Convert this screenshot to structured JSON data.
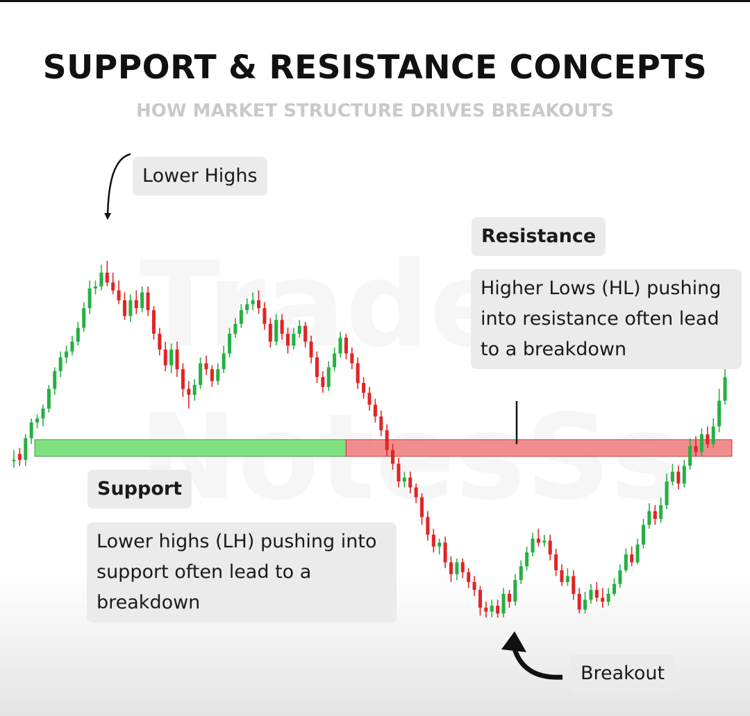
{
  "title": "SUPPORT & RESISTANCE CONCEPTS",
  "subtitle": "HOW MARKET STRUCTURE DRIVES BREAKOUTS",
  "watermark": [
    "Traders",
    "NotesSs"
  ],
  "annotations": {
    "lower_highs": "Lower Highs",
    "resistance": "Resistance",
    "resistance_note": "Higher Lows (HL) pushing into resistance often lead to a breakdown",
    "support": "Support",
    "support_note": "Lower highs (LH) pushing into support often lead to a breakdown",
    "breakout": "Breakout"
  },
  "colors": {
    "bullish": "#26b043",
    "bearish": "#e02525",
    "support_zone": "#7fe07f",
    "resistance_zone": "#f07a7a",
    "title": "#111111",
    "subtitle": "#c9c9c9"
  },
  "chart_data": {
    "type": "candlestick",
    "note": "Illustrative candlestick chart with no printed axes; values are relative price units (0 = lowest, 100 = highest).",
    "series": [
      {
        "values": [
          [
            40.0,
            40.0,
            42.5,
            38.0
          ],
          [
            41.5,
            40.0,
            43.0,
            38.5
          ],
          [
            40.0,
            45.5,
            46.5,
            38.5
          ],
          [
            45.5,
            49.5,
            50.5,
            44.0
          ],
          [
            49.5,
            50.5,
            51.5,
            48.0
          ],
          [
            50.5,
            53.0,
            54.0,
            48.5
          ],
          [
            53.0,
            58.0,
            59.0,
            52.0
          ],
          [
            58.0,
            62.5,
            63.5,
            56.5
          ],
          [
            62.5,
            66.0,
            67.5,
            61.0
          ],
          [
            66.0,
            67.5,
            69.0,
            64.5
          ],
          [
            67.5,
            70.0,
            71.5,
            66.5
          ],
          [
            70.0,
            73.5,
            75.0,
            69.0
          ],
          [
            73.5,
            78.5,
            80.0,
            72.5
          ],
          [
            78.5,
            83.5,
            85.5,
            77.0
          ],
          [
            83.5,
            84.0,
            85.5,
            82.0
          ],
          [
            84.0,
            87.5,
            89.5,
            83.0
          ],
          [
            87.5,
            85.0,
            90.5,
            84.0
          ],
          [
            85.0,
            83.0,
            87.5,
            82.0
          ],
          [
            83.0,
            80.5,
            85.5,
            79.5
          ],
          [
            80.5,
            76.5,
            82.5,
            75.5
          ],
          [
            76.5,
            80.5,
            82.0,
            75.0
          ],
          [
            80.5,
            78.5,
            83.0,
            77.0
          ],
          [
            78.5,
            82.5,
            84.0,
            77.5
          ],
          [
            82.5,
            78.0,
            84.0,
            76.5
          ],
          [
            78.0,
            72.0,
            79.0,
            70.5
          ],
          [
            72.0,
            68.0,
            73.5,
            66.5
          ],
          [
            68.0,
            64.0,
            70.0,
            62.5
          ],
          [
            64.0,
            68.0,
            69.5,
            62.0
          ],
          [
            68.0,
            63.0,
            70.0,
            61.0
          ],
          [
            63.0,
            58.0,
            64.5,
            56.0
          ],
          [
            58.0,
            56.5,
            60.0,
            53.0
          ],
          [
            56.5,
            59.0,
            60.5,
            55.0
          ],
          [
            59.0,
            64.5,
            66.0,
            58.0
          ],
          [
            64.5,
            63.0,
            66.5,
            61.5
          ],
          [
            63.0,
            60.0,
            64.0,
            58.5
          ],
          [
            60.0,
            63.0,
            64.5,
            59.0
          ],
          [
            63.0,
            67.0,
            69.0,
            62.0
          ],
          [
            67.0,
            72.0,
            73.5,
            66.0
          ],
          [
            72.0,
            74.5,
            76.0,
            71.0
          ],
          [
            74.5,
            78.0,
            79.5,
            73.5
          ],
          [
            78.0,
            79.5,
            81.0,
            77.0
          ],
          [
            79.5,
            80.5,
            82.5,
            78.0
          ],
          [
            80.5,
            78.5,
            83.0,
            77.0
          ],
          [
            78.5,
            74.5,
            80.0,
            73.0
          ],
          [
            74.5,
            70.0,
            76.0,
            68.5
          ],
          [
            70.0,
            75.5,
            77.0,
            69.0
          ],
          [
            75.5,
            72.0,
            77.0,
            70.5
          ],
          [
            72.0,
            69.0,
            73.5,
            67.0
          ],
          [
            69.0,
            72.0,
            73.5,
            68.0
          ],
          [
            72.0,
            74.0,
            75.5,
            71.0
          ],
          [
            74.0,
            70.0,
            75.0,
            68.5
          ],
          [
            70.0,
            66.0,
            71.5,
            64.5
          ],
          [
            66.0,
            61.0,
            67.5,
            59.5
          ],
          [
            61.0,
            58.5,
            62.5,
            57.0
          ],
          [
            58.5,
            63.5,
            65.0,
            57.5
          ],
          [
            63.5,
            67.0,
            68.5,
            62.5
          ],
          [
            67.0,
            71.0,
            72.5,
            66.0
          ],
          [
            71.0,
            67.0,
            72.0,
            65.5
          ],
          [
            67.0,
            64.5,
            68.5,
            63.0
          ],
          [
            64.5,
            59.5,
            66.0,
            58.0
          ],
          [
            59.5,
            57.0,
            61.0,
            55.5
          ],
          [
            57.0,
            54.0,
            58.5,
            52.5
          ],
          [
            54.0,
            51.0,
            55.5,
            49.5
          ],
          [
            51.0,
            47.5,
            52.5,
            46.0
          ],
          [
            47.5,
            42.5,
            49.0,
            41.0
          ],
          [
            42.5,
            39.0,
            44.0,
            37.5
          ],
          [
            39.0,
            34.5,
            40.5,
            33.0
          ],
          [
            34.5,
            35.5,
            37.0,
            33.0
          ],
          [
            35.5,
            33.0,
            37.0,
            31.5
          ],
          [
            33.0,
            30.5,
            34.0,
            29.0
          ],
          [
            30.5,
            25.5,
            31.5,
            23.5
          ],
          [
            25.5,
            21.0,
            27.0,
            19.5
          ],
          [
            21.0,
            18.0,
            22.5,
            16.5
          ],
          [
            18.0,
            19.0,
            20.0,
            16.0
          ],
          [
            19.0,
            14.0,
            20.5,
            12.5
          ],
          [
            14.0,
            11.0,
            15.5,
            9.0
          ],
          [
            11.0,
            14.0,
            15.0,
            9.5
          ],
          [
            14.0,
            11.5,
            15.0,
            10.0
          ],
          [
            11.5,
            9.0,
            12.5,
            7.5
          ],
          [
            9.0,
            7.0,
            10.5,
            5.5
          ],
          [
            7.0,
            2.5,
            8.0,
            0.5
          ],
          [
            2.5,
            1.5,
            4.0,
            0.0
          ],
          [
            1.5,
            3.0,
            4.5,
            0.0
          ],
          [
            3.0,
            1.0,
            4.5,
            0.0
          ],
          [
            1.0,
            6.0,
            7.5,
            0.0
          ],
          [
            6.0,
            4.0,
            7.0,
            2.5
          ],
          [
            4.0,
            9.5,
            11.0,
            3.0
          ],
          [
            9.5,
            13.0,
            14.5,
            8.5
          ],
          [
            13.0,
            16.5,
            18.0,
            12.0
          ],
          [
            16.5,
            20.0,
            21.5,
            15.5
          ],
          [
            20.0,
            19.0,
            22.5,
            18.0
          ],
          [
            19.0,
            19.5,
            21.0,
            18.0
          ],
          [
            19.5,
            16.0,
            21.0,
            14.5
          ],
          [
            16.0,
            12.0,
            17.5,
            10.5
          ],
          [
            12.0,
            9.0,
            13.5,
            8.0
          ],
          [
            9.0,
            10.5,
            12.5,
            8.0
          ],
          [
            10.5,
            6.0,
            12.0,
            4.5
          ],
          [
            6.0,
            2.0,
            7.5,
            1.0
          ],
          [
            2.0,
            4.5,
            6.5,
            1.0
          ],
          [
            4.5,
            7.0,
            8.5,
            3.5
          ],
          [
            7.0,
            5.0,
            9.0,
            4.0
          ],
          [
            5.0,
            4.0,
            7.5,
            2.5
          ],
          [
            4.0,
            6.0,
            7.5,
            3.0
          ],
          [
            6.0,
            8.5,
            10.0,
            5.5
          ],
          [
            8.5,
            12.0,
            13.5,
            7.5
          ],
          [
            12.0,
            16.0,
            17.5,
            11.5
          ],
          [
            16.0,
            14.0,
            18.0,
            13.0
          ],
          [
            14.0,
            18.5,
            20.0,
            13.5
          ],
          [
            18.5,
            23.5,
            25.0,
            17.5
          ],
          [
            23.5,
            27.0,
            29.0,
            22.5
          ],
          [
            27.0,
            25.0,
            28.5,
            23.5
          ],
          [
            25.0,
            28.5,
            30.5,
            24.0
          ],
          [
            28.5,
            34.5,
            36.5,
            27.5
          ],
          [
            34.5,
            37.0,
            39.0,
            33.5
          ],
          [
            37.0,
            34.0,
            38.5,
            32.5
          ],
          [
            34.0,
            38.5,
            40.0,
            33.0
          ],
          [
            38.5,
            43.5,
            45.5,
            37.5
          ],
          [
            43.5,
            42.0,
            46.0,
            41.0
          ],
          [
            42.0,
            46.5,
            48.0,
            41.0
          ],
          [
            46.5,
            44.0,
            48.5,
            43.0
          ],
          [
            44.0,
            48.5,
            50.5,
            43.0
          ],
          [
            48.5,
            55.0,
            58.0,
            47.0
          ],
          [
            55.0,
            61.0,
            64.5,
            54.0
          ]
        ]
      }
    ],
    "series_format": [
      "open",
      "close",
      "high",
      "low"
    ],
    "support_level": 43.0,
    "resistance_level": 43.0,
    "zones": [
      {
        "type": "support",
        "from_index": 0,
        "to_index": 57
      },
      {
        "type": "resistance",
        "from_index": 57,
        "to_index": 119
      }
    ]
  }
}
